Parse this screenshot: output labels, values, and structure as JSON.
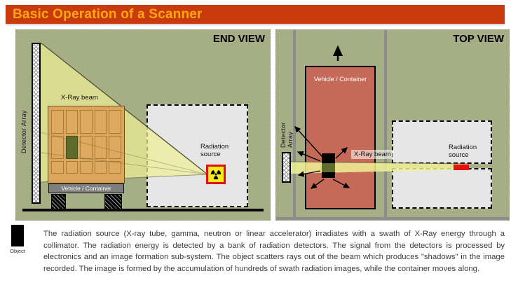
{
  "title": "Basic Operation of a Scanner",
  "end_view": {
    "label": "END VIEW",
    "detector_array_label": "Detector Array",
    "xray_beam_label": "X-Ray beam",
    "vehicle_label": "Vehicle / Container",
    "radiation_source_label": "Radiation source"
  },
  "top_view": {
    "label": "TOP VIEW",
    "detector_array_label": "Detector Array",
    "xray_beam_label": "X-Ray beam",
    "vehicle_label": "Vehicle / Container",
    "radiation_source_label": "Radiation source"
  },
  "legend": {
    "object_label": "Object"
  },
  "description": "The radiation source (X-ray tube, gamma, neutron or linear accelerator) irradiates with a swath of X-Ray energy through a collimator. The radiation energy is detected by a bank of radiation detectors. The signal from the detectors is processed by electronics and an image formation sub-system. The object scatters rays out of the beam which produces \"shadows\" in the image recorded. The image is formed by the accumulation of hundreds of swath radiation images, while the container moves along.",
  "colors": {
    "title_bg": "#c93a0d",
    "title_text": "#ffa813",
    "panel_bg": "#a6ae85",
    "beam_yellow": "#eef096",
    "container_orange": "#dba55b",
    "object_olive": "#5f6b2a",
    "vehicle_gray": "#7f7f7f",
    "vehicle_red": "#c56a58",
    "source_red": "#e81111",
    "radiation_yellow": "#f7ec1a"
  }
}
